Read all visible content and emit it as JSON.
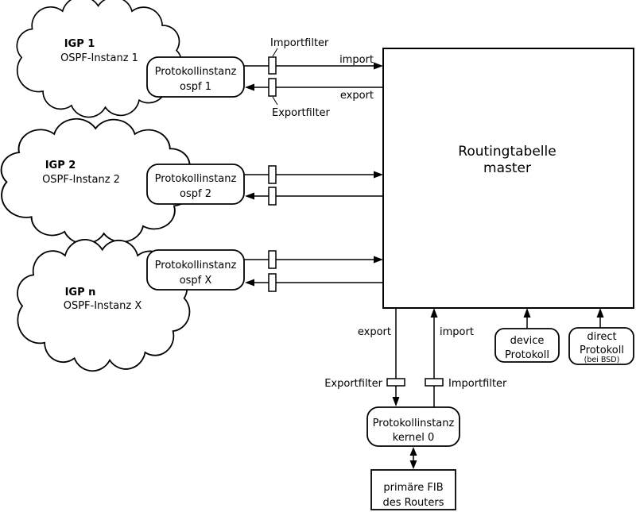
{
  "background": "#ffffff",
  "stroke_color": "#000000",
  "clouds": [
    {
      "title": "IGP 1",
      "subtitle": "OSPF-Instanz 1"
    },
    {
      "title": "IGP 2",
      "subtitle": "OSPF-Instanz 2"
    },
    {
      "title": "IGP n",
      "subtitle": "OSPF-Instanz X"
    }
  ],
  "protocol_instances": [
    {
      "line1": "Protokollinstanz",
      "line2": "ospf 1"
    },
    {
      "line1": "Protokollinstanz",
      "line2": "ospf 2"
    },
    {
      "line1": "Protokollinstanz",
      "line2": "ospf X"
    }
  ],
  "routing_table": {
    "line1": "Routingtabelle",
    "line2": "master"
  },
  "top_flow": {
    "import_label": "import",
    "export_label": "export",
    "import_filter_label": "Importfilter",
    "export_filter_label": "Exportfilter"
  },
  "bottom_flow": {
    "export_label": "export",
    "import_label": "import",
    "export_filter_label": "Exportfilter",
    "import_filter_label": "Importfilter"
  },
  "device_protocol": {
    "line1": "device",
    "line2": "Protokoll"
  },
  "direct_protocol": {
    "line1": "direct",
    "line2": "Protokoll",
    "line3": "(bei BSD)"
  },
  "kernel_instance": {
    "line1": "Protokollinstanz",
    "line2": "kernel 0"
  },
  "fib": {
    "line1": "primäre FIB",
    "line2": "des Routers"
  }
}
